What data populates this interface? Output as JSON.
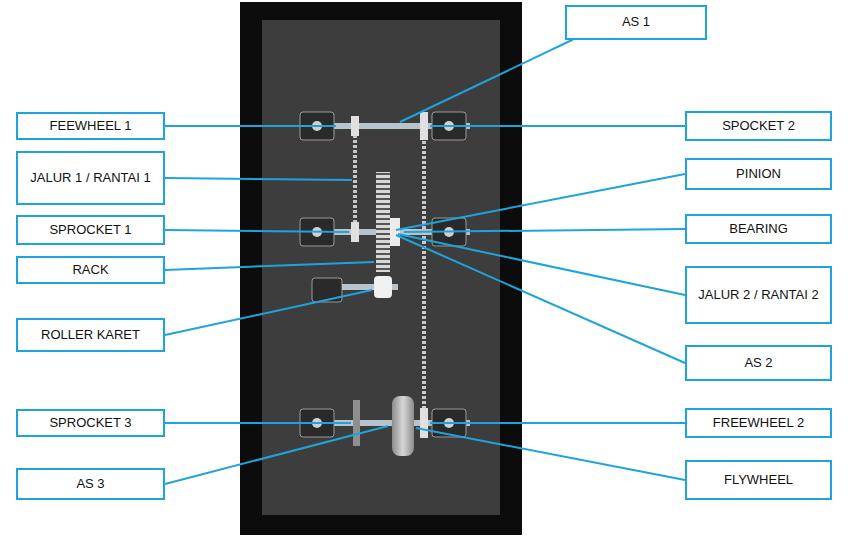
{
  "diagram": {
    "nodes": [
      {
        "text": [
          "AS 1"
        ]
      },
      {
        "text": [
          "FEEWHEEL 1"
        ]
      },
      {
        "text": [
          "SPOCKET 2"
        ]
      },
      {
        "text": [
          "JALUR 1 / RANTAI 1"
        ]
      },
      {
        "text": [
          "PINION"
        ]
      },
      {
        "text": [
          "SPROCKET 1"
        ]
      },
      {
        "text": [
          "BEARING"
        ]
      },
      {
        "text": [
          "RACK"
        ]
      },
      {
        "text": [
          "JALUR 2 / RANTAI 2"
        ]
      },
      {
        "text": [
          "ROLLER KARET"
        ]
      },
      {
        "text": [
          "AS 2"
        ]
      },
      {
        "text": [
          "SPROCKET 3"
        ]
      },
      {
        "text": [
          "FREEWHEEL 2"
        ]
      },
      {
        "text": [
          "AS 3"
        ]
      },
      {
        "text": [
          "FLYWHEEL"
        ]
      }
    ]
  }
}
